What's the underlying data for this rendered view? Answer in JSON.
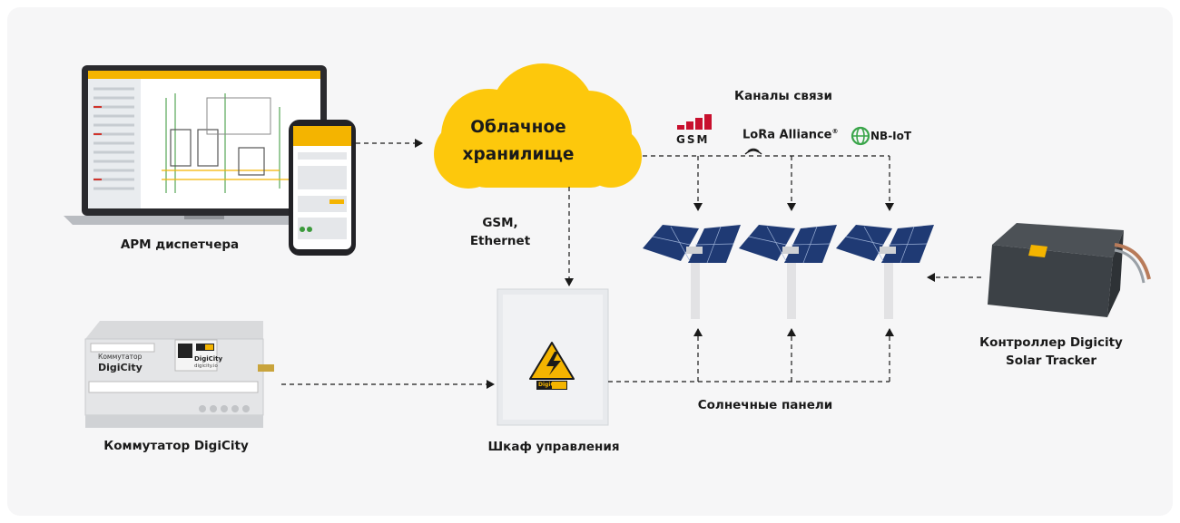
{
  "labels": {
    "operator_station": "АРМ диспетчера",
    "cloud_line1": "Облачное",
    "cloud_line2": "хранилище",
    "channels": "Каналы связи",
    "gsm_ethernet_line1": "GSM,",
    "gsm_ethernet_line2": "Ethernet",
    "switch": "Коммутатор DigiCity",
    "cabinet": "Шкаф управления",
    "solar_panels": "Солнечные панели",
    "controller_line1": "Контроллер Digicity",
    "controller_line2": "Solar Tracker"
  },
  "channels_logos": {
    "gsm": "GSM",
    "lora": "LoRa Alliance",
    "lora_mark": "®",
    "nbiot": "NB-IoT"
  },
  "devices": {
    "switch_title_line1": "Коммутатор",
    "switch_title_line2": "DigiCity",
    "switch_brand": "DigiCity",
    "switch_site": "digicity.io",
    "cabinet_brand": "DigiCity"
  },
  "colors": {
    "cloud": "#fdc80c",
    "background": "#f6f6f7",
    "accent": "#f4b400",
    "lines": "#1a1a1a"
  }
}
